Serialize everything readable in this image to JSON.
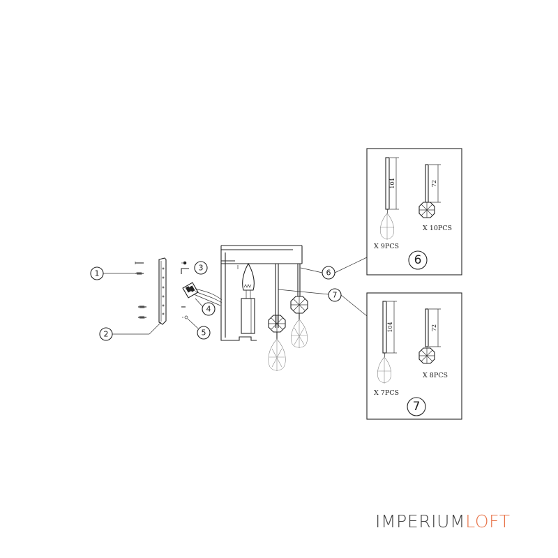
{
  "callouts": {
    "c1": "1",
    "c2": "2",
    "c3": "3",
    "c4": "4",
    "c5": "5",
    "c6": "6",
    "c7": "7"
  },
  "panel_6": {
    "number": "6",
    "long_dim": "104",
    "short_dim": "72",
    "long_qty": "X  9PCS",
    "short_qty": "X  10PCS"
  },
  "panel_7": {
    "number": "7",
    "long_dim": "104",
    "short_dim": "72",
    "long_qty": "X  7PCS",
    "short_qty": "X  8PCS"
  },
  "logo": {
    "part1": "IMPERIUM",
    "part2": "LOFT",
    "color_part1": "#444444",
    "color_part2": "#e8744a"
  }
}
